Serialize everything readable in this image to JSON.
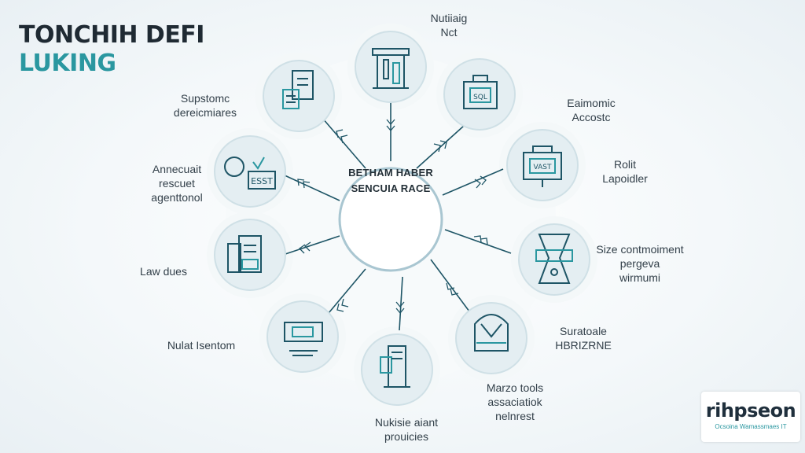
{
  "title": {
    "line1": "TONCHIH DEFI",
    "line2": "LUKING"
  },
  "hub": {
    "line1": "BETHAM HABER",
    "line2": "SENCUIA RACE"
  },
  "nodes": [
    {
      "id": "top",
      "icon": "tool-rack-icon",
      "label": [
        "Nutiiaig",
        "Nct"
      ]
    },
    {
      "id": "top-right",
      "icon": "toolbox-sql-icon",
      "label": [
        "Eaimomic",
        "Accostc"
      ]
    },
    {
      "id": "right-upper",
      "icon": "briefcase-document-icon",
      "label": [
        "Rolit",
        "Lapoidler"
      ]
    },
    {
      "id": "right-middle",
      "icon": "badge-ribbon-icon",
      "label": [
        "Size contmoiment",
        "pergeva",
        "wirmumi"
      ]
    },
    {
      "id": "right-lower",
      "icon": "backpack-icon",
      "label": [
        "Suratoale",
        "HBRIZRNE"
      ]
    },
    {
      "id": "bottom-right",
      "icon": "computer-tower-icon",
      "label": [
        "Marzo tools",
        "assaciatiok",
        "nelnrest"
      ]
    },
    {
      "id": "bottom",
      "icon": "clipboard-machine-icon",
      "label": [
        "Nukisie aiant",
        "prouicies"
      ]
    },
    {
      "id": "left-lower",
      "icon": "monitor-icon",
      "label": [
        "Nulat Isentom"
      ]
    },
    {
      "id": "left-middle",
      "icon": "building-document-icon",
      "label": [
        "Law dues"
      ]
    },
    {
      "id": "left-upper",
      "icon": "magnifier-esst-icon",
      "label": [
        "Annecuait",
        "rescuet",
        "agenttonol"
      ]
    },
    {
      "id": "top-left",
      "icon": "document-checklist-icon",
      "label": [
        "Supstomc",
        "dereicmiares"
      ]
    }
  ],
  "logo": {
    "main": "rihpseon",
    "sub": "Ocsoina Wamassmaes IT"
  },
  "colors": {
    "accent": "#2a97a0",
    "stroke": "#1e5566",
    "node_fill": "#e4eef2",
    "bg_circle": "#ffffff"
  }
}
